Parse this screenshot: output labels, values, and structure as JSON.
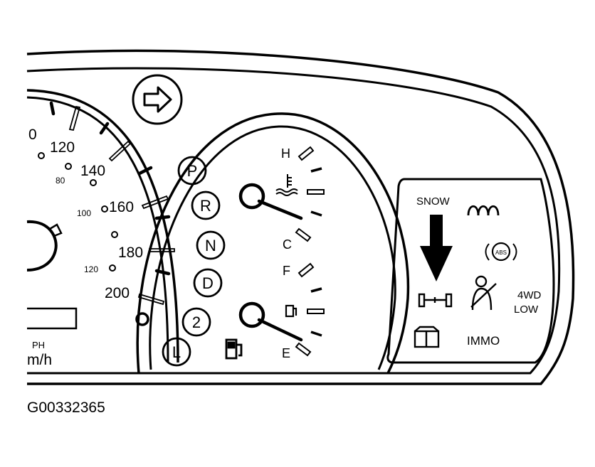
{
  "figure_id": "G00332365",
  "speedometer": {
    "kmh_labels": [
      "0",
      "120",
      "140",
      "160",
      "180",
      "200"
    ],
    "mph_labels": [
      "80",
      "100",
      "120"
    ],
    "unit_top": "PH",
    "unit_bottom": "m/h"
  },
  "gear_selector": [
    "P",
    "R",
    "N",
    "D",
    "2",
    "L"
  ],
  "temp_gauge": {
    "high": "H",
    "low": "C"
  },
  "fuel_gauge": {
    "full": "F",
    "empty": "E"
  },
  "warning_panel": {
    "snow_label": "SNOW",
    "four_wd_line1": "4WD",
    "four_wd_line2": "LOW",
    "immo_label": "IMMO",
    "abs_label": "ABS"
  },
  "icons": [
    "turn-signal-arrow-icon",
    "coolant-temp-icon",
    "fuel-pump-icon",
    "snow-arrow-icon",
    "glow-plug-icon",
    "abs-icon",
    "four-wheel-drive-icon",
    "seatbelt-icon",
    "immobilizer-icon"
  ]
}
